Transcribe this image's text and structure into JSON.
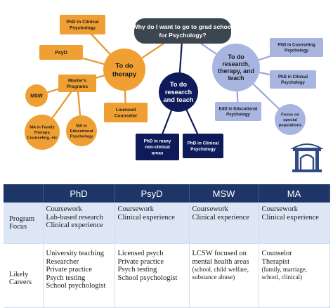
{
  "mindmap": {
    "central": {
      "lines": [
        "Why do I want to go to grad school",
        "for Psychology?"
      ]
    },
    "therapy": {
      "lines": [
        "To do",
        "therapy"
      ]
    },
    "research": {
      "lines": [
        "To do",
        "research",
        "and teach"
      ]
    },
    "combined": {
      "lines": [
        "To do",
        "research,",
        "therapy, and",
        "teach"
      ]
    },
    "phd_clinical_a": {
      "lines": [
        "PhD in Clinical",
        "Psychology"
      ]
    },
    "psyd": {
      "lines": [
        "PsyD"
      ]
    },
    "masters": {
      "lines": [
        "Master's",
        "Programs"
      ]
    },
    "msw": {
      "lines": [
        "MSW"
      ]
    },
    "ma_family": {
      "lines": [
        "MA in Family",
        "Therapy,",
        "Counseling, etc"
      ]
    },
    "ma_edpsych": {
      "lines": [
        "MA in",
        "Educational",
        "Psychology"
      ]
    },
    "licensed": {
      "lines": [
        "Licensed",
        "Counselor"
      ]
    },
    "phd_nonclinical": {
      "lines": [
        "PhD in many",
        "non-clinical",
        "areas"
      ]
    },
    "phd_clinical_b": {
      "lines": [
        "PhD in Clinical",
        "Psychology"
      ]
    },
    "phd_counseling": {
      "lines": [
        "PhD in Counseling",
        "Psychology"
      ]
    },
    "phd_clinical_c": {
      "lines": [
        "PhD in Clinical",
        "Psychology"
      ]
    },
    "edd": {
      "lines": [
        "EdD in Educational",
        "Psychology"
      ]
    },
    "special": {
      "lines": [
        "Focus on",
        "special",
        "populations"
      ]
    },
    "colors": {
      "orange": "#f0a033",
      "navy": "#0f1a5a",
      "slate": "#3c4650",
      "lavender": "#a7b5e0",
      "edge_orange": "#e6952e",
      "edge_navy": "#0f1a5a",
      "edge_lavender": "#9aa8d8",
      "building": "#2f4a86"
    },
    "icons": [
      "university-building-icon"
    ]
  },
  "table": {
    "headers": [
      "",
      "PhD",
      "PsyD",
      "MSW",
      "MA"
    ],
    "rows": [
      {
        "label": [
          "Program",
          "Focus"
        ],
        "cells": [
          {
            "lines": [
              "Coursework",
              "Lab-based research",
              "Clinical experience"
            ],
            "small": []
          },
          {
            "lines": [
              "Coursework",
              "Clinical experience"
            ],
            "small": []
          },
          {
            "lines": [
              "Coursework",
              "Clinical experience"
            ],
            "small": []
          },
          {
            "lines": [
              "Coursework",
              "Clinical experience"
            ],
            "small": []
          }
        ]
      },
      {
        "label": [
          "Likely",
          "Careers"
        ],
        "cells": [
          {
            "lines": [
              "University teaching",
              "Researcher",
              "Private practice",
              "Psych testing",
              "School psychologist"
            ],
            "small": []
          },
          {
            "lines": [
              "Licensed psych",
              "Private practice",
              "Psych testing",
              "School psychologist"
            ],
            "small": []
          },
          {
            "lines": [
              "LCSW focused on",
              "mental health areas"
            ],
            "small": [
              "(school, child welfare,",
              "substance abuse)"
            ]
          },
          {
            "lines": [
              "Counselor",
              "Therapist"
            ],
            "small": [
              "(family, marriage,",
              "school, clinical)"
            ]
          }
        ]
      }
    ],
    "colors": {
      "header_bg": "#1e3667",
      "header_text": "#ffffff",
      "band_bg": "#dde6f4"
    }
  }
}
